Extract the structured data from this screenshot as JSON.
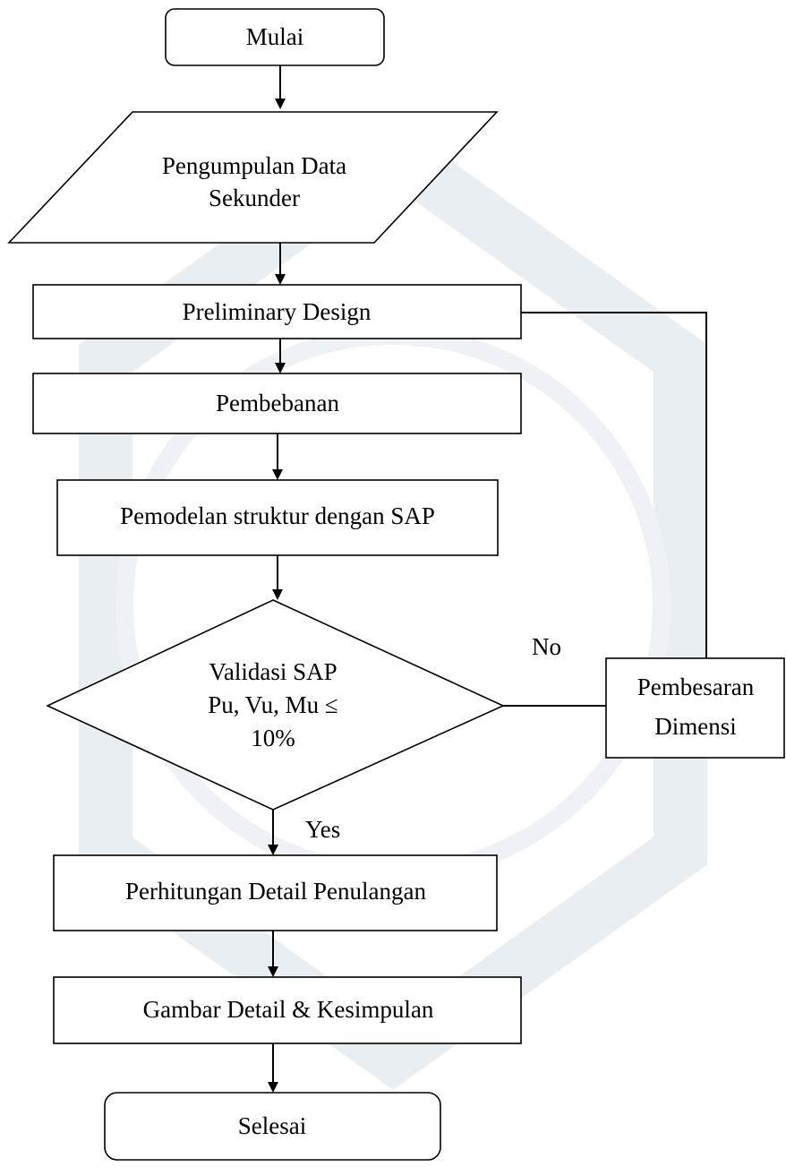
{
  "flowchart": {
    "start": {
      "label": "Mulai"
    },
    "collect": {
      "line1": "Pengumpulan Data",
      "line2": "Sekunder"
    },
    "preliminary": {
      "label": "Preliminary Design"
    },
    "loading": {
      "label": "Pembebanan"
    },
    "modeling": {
      "label": "Pemodelan struktur dengan SAP"
    },
    "validation": {
      "line1": "Validasi SAP",
      "line2": "Pu, Vu, Mu ≤",
      "line3": "10%"
    },
    "resize": {
      "line1": "Pembesaran",
      "line2": "Dimensi"
    },
    "reinforcement": {
      "label": "Perhitungan Detail Penulangan"
    },
    "drawing": {
      "label": "Gambar Detail & Kesimpulan"
    },
    "end": {
      "label": "Selesai"
    },
    "labels": {
      "no": "No",
      "yes": "Yes"
    }
  },
  "colors": {
    "stroke": "#000000",
    "fill": "#ffffff",
    "watermark": "#e9eef3"
  }
}
